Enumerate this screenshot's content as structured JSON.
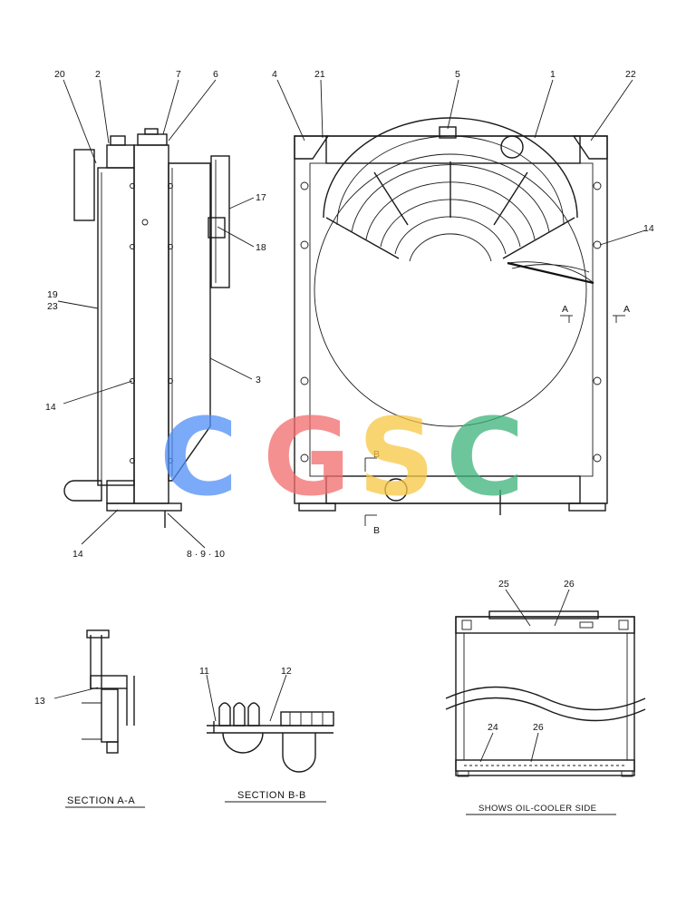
{
  "labels": {
    "l20": "20",
    "l2": "2",
    "l7": "7",
    "l6": "6",
    "l4": "4",
    "l21": "21",
    "l5": "5",
    "l1": "1",
    "l22": "22",
    "l17": "17",
    "l18": "18",
    "l14a": "14",
    "l19": "19",
    "l23": "23",
    "l3": "3",
    "l14b": "14",
    "l14c": "14",
    "l8910": "8 · 9 · 10",
    "lA1": "A",
    "lA2": "A",
    "lB1": "B",
    "lB2": "B",
    "l25": "25",
    "l26a": "26",
    "l24": "24",
    "l26b": "26",
    "l13": "13",
    "l11": "11",
    "l12": "12"
  },
  "captions": {
    "section_aa": "SECTION A-A",
    "section_bb": "SECTION B-B",
    "oil_cooler": "SHOWS OIL-COOLER SIDE"
  },
  "watermark": {
    "letters": [
      "C",
      "G",
      "S",
      "C"
    ],
    "colors": [
      "#4f8ef7",
      "#f26b6b",
      "#f7c844",
      "#3db37a"
    ]
  }
}
